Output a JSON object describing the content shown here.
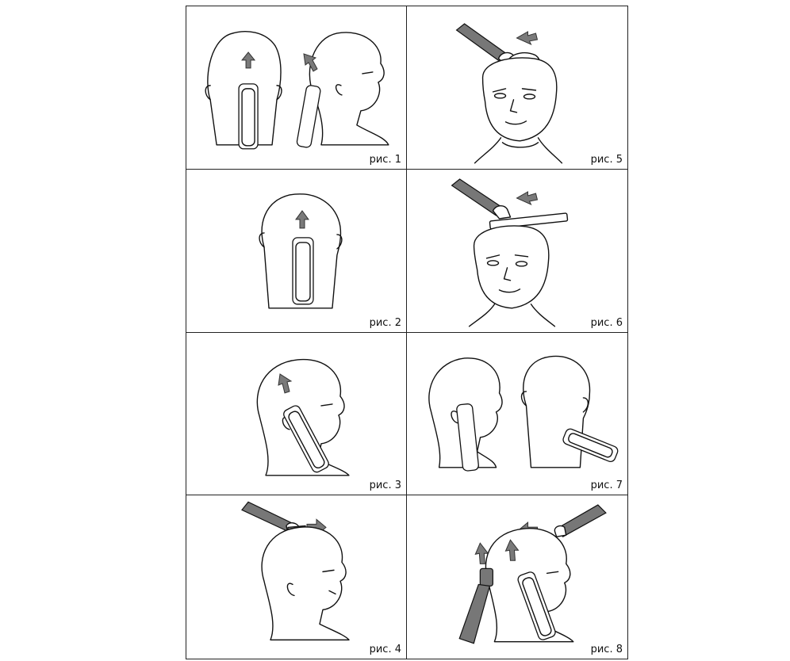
{
  "colors": {
    "arrow": "#7a7a7a",
    "line": "#111111",
    "border": "#222222",
    "background": "#ffffff"
  },
  "figures": [
    {
      "id": "fig1",
      "caption": "рис. 1"
    },
    {
      "id": "fig5",
      "caption": "рис. 5"
    },
    {
      "id": "fig2",
      "caption": "рис. 2"
    },
    {
      "id": "fig6",
      "caption": "рис. 6"
    },
    {
      "id": "fig3",
      "caption": "рис. 3"
    },
    {
      "id": "fig7",
      "caption": "рис. 7"
    },
    {
      "id": "fig4",
      "caption": "рис. 4"
    },
    {
      "id": "fig8",
      "caption": "рис. 8"
    }
  ]
}
